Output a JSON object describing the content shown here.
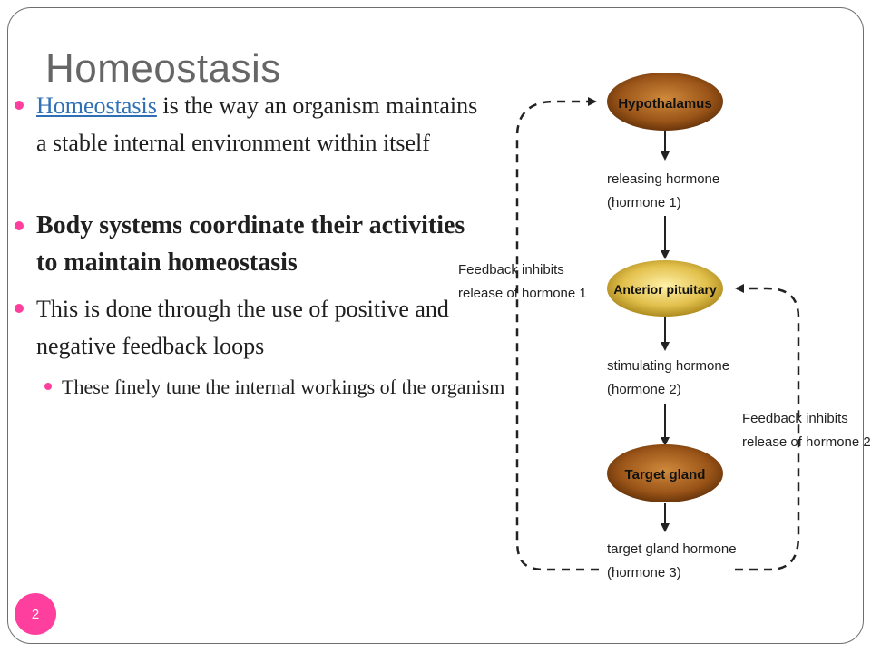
{
  "slide": {
    "title": "Homeostasis",
    "page_number": "2",
    "accent_color": "#ff3f9d",
    "link_color": "#2e6fb5"
  },
  "bullets": {
    "b1_link": "Homeostasis",
    "b1_rest": " is the way an organism maintains a stable internal environment within itself",
    "b2": "Body systems coordinate their activities to maintain homeostasis",
    "b3": "This is done through the use of positive and negative feedback loops",
    "b4": "These finely tune the internal workings of the organism"
  },
  "diagram": {
    "node_hypothalamus": "Hypothalamus",
    "node_anterior_pituitary": "Anterior pituitary",
    "node_target_gland": "Target gland",
    "label_releasing_line1": "releasing hormone",
    "label_releasing_line2": "(hormone 1)",
    "label_stimulating_line1": "stimulating hormone",
    "label_stimulating_line2": "(hormone 2)",
    "label_target_line1": "target gland hormone",
    "label_target_line2": "(hormone 3)",
    "feedback1_line1": "Feedback inhibits",
    "feedback1_line2": "release of hormone 1",
    "feedback2_line1": "Feedback inhibits",
    "feedback2_line2": "release of hormone 2",
    "colors": {
      "hypothalamus": "#8a4a12",
      "anterior_pituitary": "#d9b43a",
      "target_gland": "#8a4a12"
    }
  }
}
